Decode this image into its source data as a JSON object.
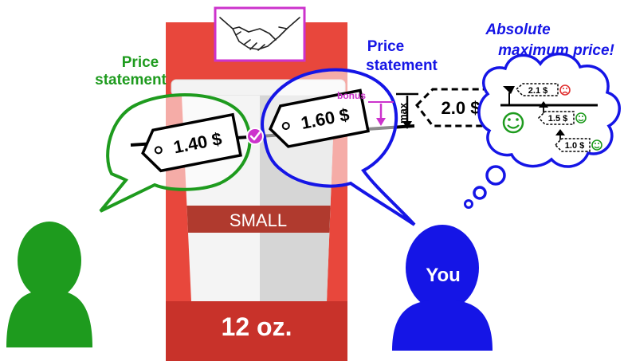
{
  "cup": {
    "size_label": "SMALL",
    "volume_label": "12 oz."
  },
  "left_person": {
    "heading_line1": "Price",
    "heading_line2": "statement",
    "price_tag": "1.40 $"
  },
  "right_person": {
    "name": "You",
    "heading_line1": "Price",
    "heading_line2": "statement",
    "price_tag": "1.60 $",
    "bonus_label": "bonus",
    "max_label": "max",
    "max_price": "2.0 $"
  },
  "thought": {
    "heading_line1": "Absolute",
    "heading_line2": "maximum price!",
    "prices": [
      "2.1 $",
      "1.5 $",
      "1.0 $"
    ]
  },
  "colors": {
    "green": "#1e9b1e",
    "blue": "#1515e6",
    "red_bg": "#e8473c",
    "red_dark": "#c8322a",
    "magenta": "#cc33cc"
  }
}
